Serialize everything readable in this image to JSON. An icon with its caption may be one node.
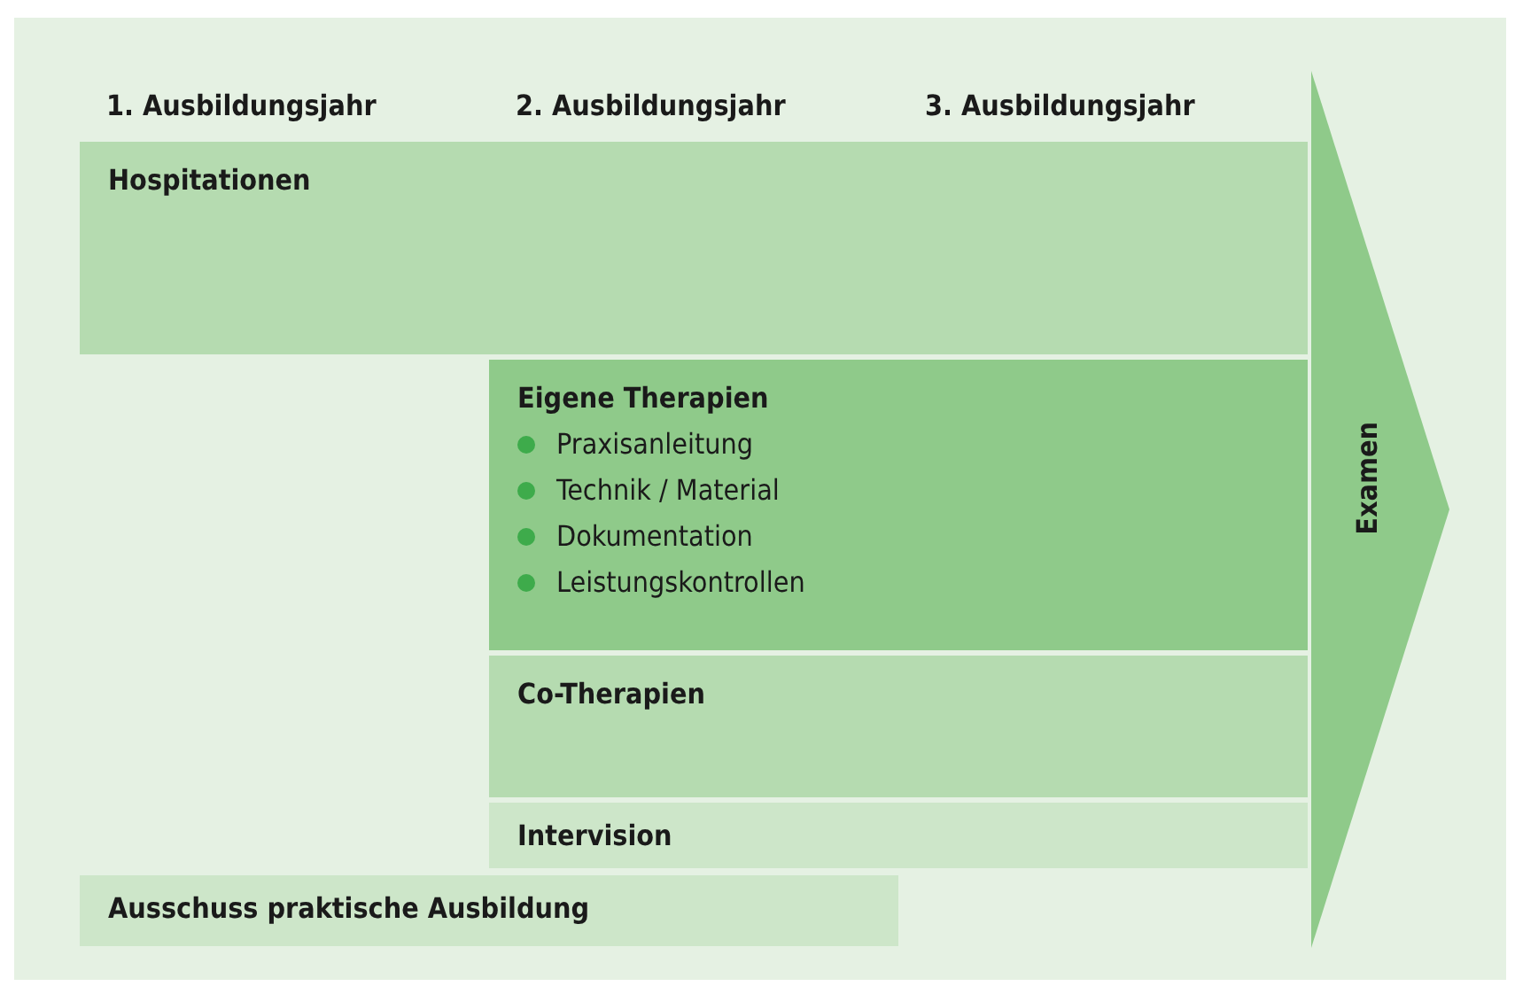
{
  "diagram": {
    "nodes": [
      {
        "text": [
          "Hospitationen"
        ]
      },
      {
        "text": [
          "Eigene Therapien",
          "Praxisanleitung",
          "Technik / Material",
          "Dokumentation",
          "Leistungskontrollen"
        ]
      },
      {
        "text": [
          "Co-Therapien"
        ]
      },
      {
        "text": [
          "Intervision"
        ]
      },
      {
        "text": [
          "Ausschuss praktische Ausbildung"
        ]
      },
      {
        "text": [
          "Examen"
        ]
      }
    ],
    "edges": [],
    "labels": [
      "1. Ausbildungsjahr",
      "2. Ausbildungsjahr",
      "3. Ausbildungsjahr"
    ]
  }
}
